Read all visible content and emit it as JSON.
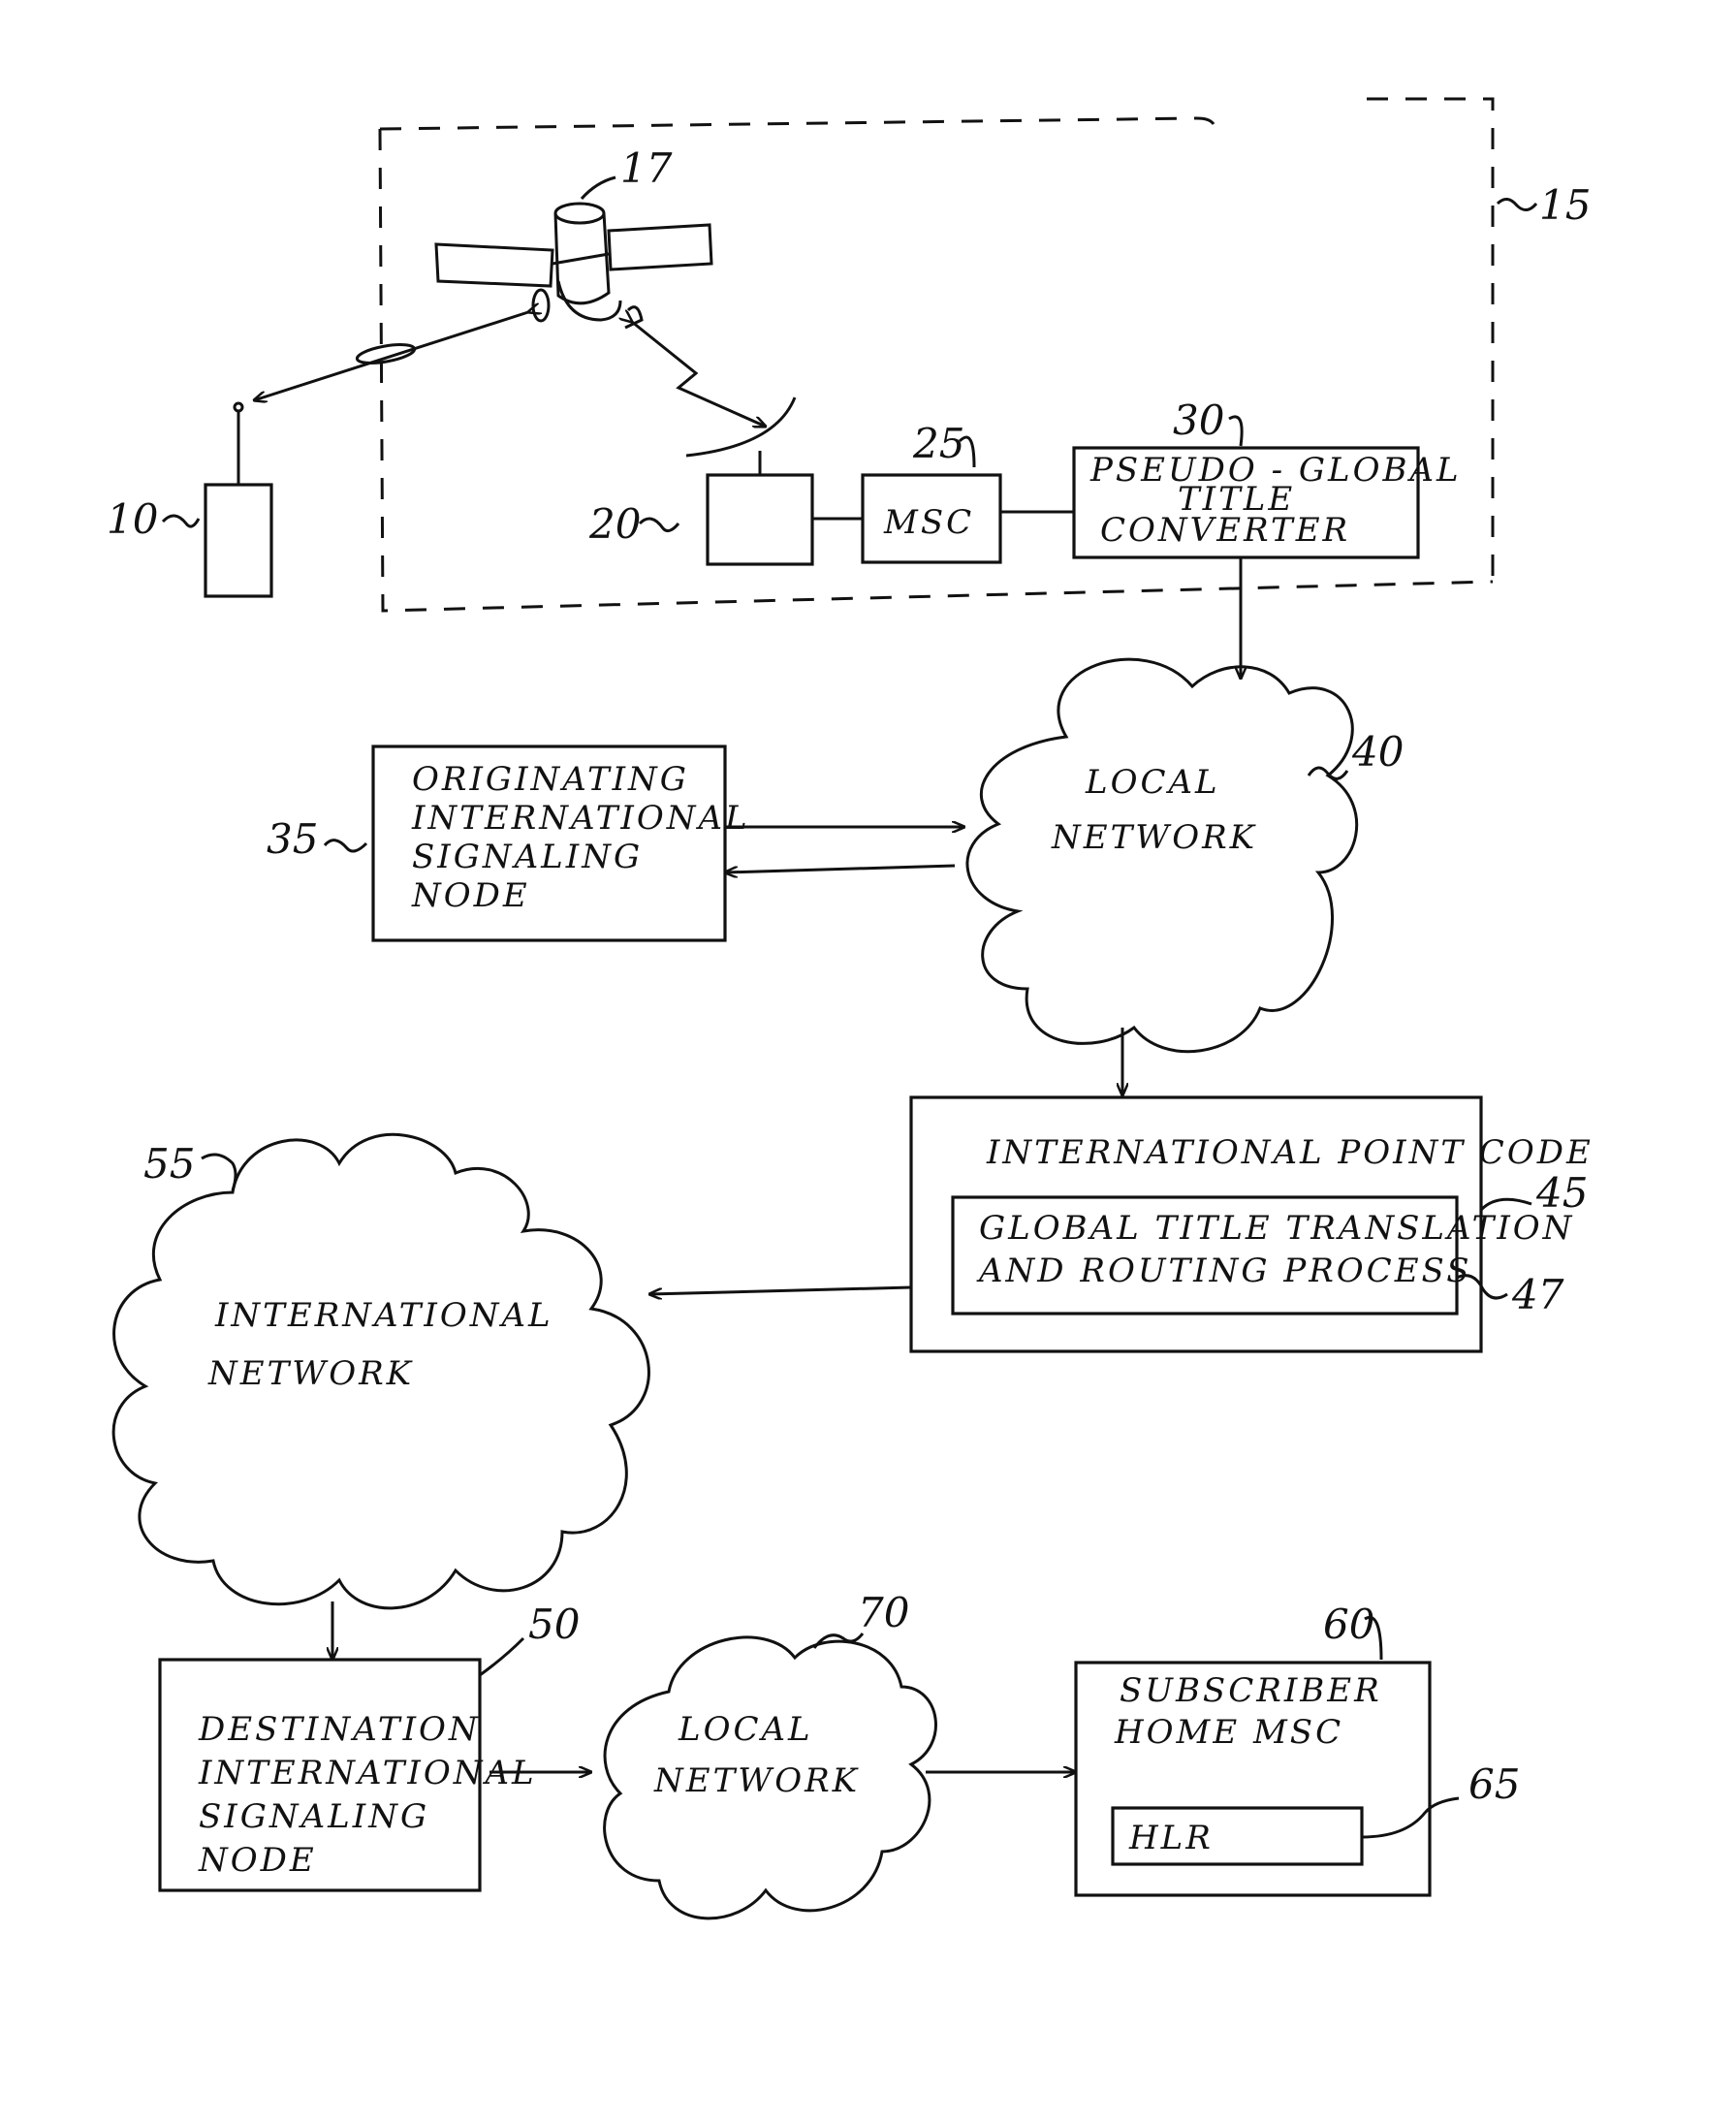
{
  "refs": {
    "r10": "10",
    "r15": "15",
    "r17": "17",
    "r20": "20",
    "r25": "25",
    "r30": "30",
    "r35": "35",
    "r40": "40",
    "r45": "45",
    "r47": "47",
    "r50": "50",
    "r55": "55",
    "r60": "60",
    "r65": "65",
    "r70": "70"
  },
  "labels": {
    "msc": "MSC",
    "pseudo": [
      "PSEUDO - GLOBAL",
      "TITLE",
      "CONVERTER"
    ],
    "local_network_40": [
      "LOCAL",
      "NETWORK"
    ],
    "originating": [
      "ORIGINATING",
      "INTERNATIONAL",
      "SIGNALING",
      "NODE"
    ],
    "intl_point_code": "INTERNATIONAL POINT CODE",
    "gtt": [
      "GLOBAL TITLE TRANSLATION",
      "AND ROUTING PROCESS"
    ],
    "intl_network": [
      "INTERNATIONAL",
      "NETWORK"
    ],
    "destination": [
      "DESTINATION",
      "INTERNATIONAL",
      "SIGNALING",
      "NODE"
    ],
    "local_network_70": [
      "LOCAL",
      "NETWORK"
    ],
    "subscriber": [
      "SUBSCRIBER",
      "HOME MSC"
    ],
    "hlr": "HLR"
  }
}
